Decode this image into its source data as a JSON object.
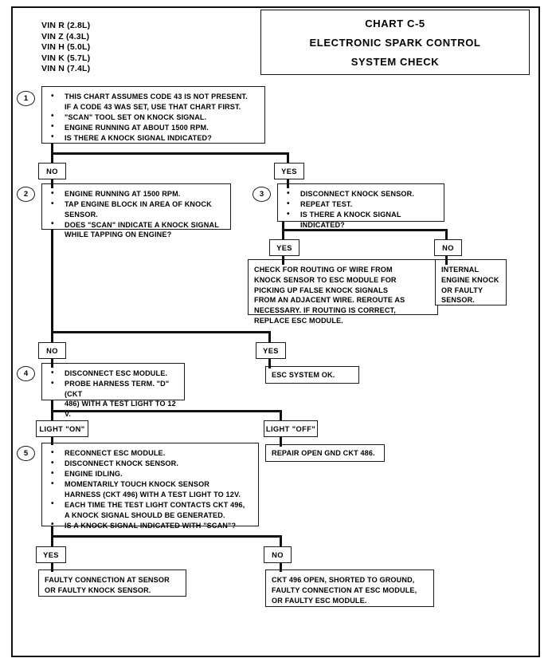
{
  "chart": {
    "vin_list": "VIN R (2.8L)\nVIN Z (4.3L)\nVIN H (5.0L)\nVIN K (5.7L)\nVIN N (7.4L)",
    "title_line1": "CHART C-5",
    "title_line2": "ELECTRONIC SPARK CONTROL",
    "title_line3": "SYSTEM CHECK"
  },
  "steps": {
    "s1": {
      "number": "1",
      "b1": "THIS CHART ASSUMES CODE 43 IS NOT PRESENT.",
      "b1b": "IF A CODE 43 WAS SET, USE THAT CHART FIRST.",
      "b2": "\"SCAN\" TOOL SET ON KNOCK SIGNAL.",
      "b3": "ENGINE RUNNING AT ABOUT 1500 RPM.",
      "b4": "IS THERE A KNOCK SIGNAL INDICATED?"
    },
    "s2": {
      "number": "2",
      "b1": "ENGINE RUNNING AT 1500 RPM.",
      "b2": "TAP ENGINE BLOCK IN AREA OF KNOCK SENSOR.",
      "b3": "DOES \"SCAN\" INDICATE A KNOCK SIGNAL",
      "b3b": "WHILE TAPPING ON ENGINE?"
    },
    "s3": {
      "number": "3",
      "b1": "DISCONNECT KNOCK SENSOR.",
      "b2": "REPEAT TEST.",
      "b3": "IS THERE A KNOCK SIGNAL INDICATED?"
    },
    "s4": {
      "number": "4",
      "b1": "DISCONNECT ESC MODULE.",
      "b2": "PROBE HARNESS TERM. \"D\" (CKT",
      "b2b": "486) WITH A TEST LIGHT TO 12 V."
    },
    "s5": {
      "number": "5",
      "b1": "RECONNECT ESC MODULE.",
      "b2": "DISCONNECT KNOCK SENSOR.",
      "b3": "ENGINE IDLING.",
      "b4": "MOMENTARILY TOUCH KNOCK SENSOR",
      "b4b": "HARNESS (CKT 496) WITH A TEST LIGHT TO 12V.",
      "b5": "EACH TIME THE TEST LIGHT CONTACTS CKT 496,",
      "b5b": "A KNOCK SIGNAL SHOULD BE GENERATED.",
      "b6": "IS A KNOCK SIGNAL INDICATED WITH \"SCAN\"?"
    }
  },
  "tags": {
    "t1_no": "NO",
    "t1_yes": "YES",
    "t3_yes": "YES",
    "t3_no": "NO",
    "t2_no": "NO",
    "t2_yes": "YES",
    "t4_on": "LIGHT \"ON\"",
    "t4_off": "LIGHT \"OFF\"",
    "t5_yes": "YES",
    "t5_no": "NO"
  },
  "results": {
    "routing": {
      "l1": "CHECK FOR ROUTING OF WIRE FROM",
      "l2": "KNOCK SENSOR TO ESC MODULE FOR",
      "l3": "PICKING UP FALSE KNOCK SIGNALS",
      "l4": "FROM AN ADJACENT WIRE.  REROUTE AS",
      "l5": "NECESSARY.  IF ROUTING IS CORRECT,",
      "l6": "REPLACE ESC MODULE."
    },
    "internal": {
      "l1": "INTERNAL",
      "l2": "ENGINE KNOCK",
      "l3": "OR FAULTY",
      "l4": "SENSOR."
    },
    "esc_ok": {
      "l1": "ESC SYSTEM OK."
    },
    "repair_gnd": {
      "l1": "REPAIR OPEN GND CKT 486."
    },
    "faulty_conn": {
      "l1": "FAULTY CONNECTION AT SENSOR",
      "l2": "OR FAULTY KNOCK SENSOR."
    },
    "ckt496": {
      "l1": "CKT 496 OPEN, SHORTED TO GROUND,",
      "l2": "FAULTY CONNECTION AT ESC MODULE,",
      "l3": "OR FAULTY ESC MODULE."
    }
  }
}
